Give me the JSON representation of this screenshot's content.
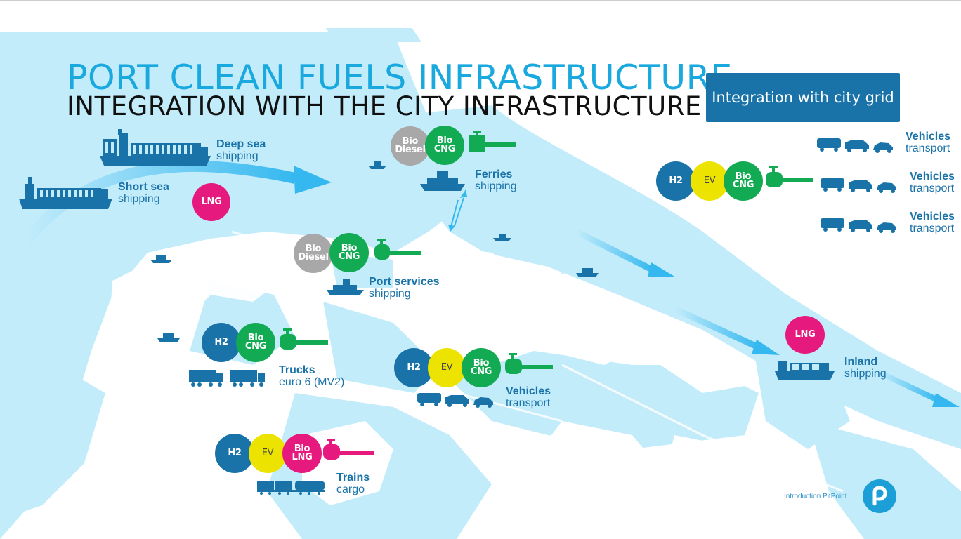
{
  "title": "PORT CLEAN FUELS INFRASTRUCTURE",
  "subtitle": "INTEGRATION WITH THE CITY INFRASTRUCTURE",
  "grid_button": "Integration with city grid",
  "footer": "Introduction PitPoint",
  "colors": {
    "water": "#c3ecfb",
    "accent": "#19a9de",
    "blue": "#1a73a8",
    "green": "#13aa54",
    "magenta": "#e5197e",
    "yellow": "#ede300",
    "grey": "#a8a8a8"
  },
  "nodes": {
    "deep_sea": {
      "line1": "Deep sea",
      "line2": "shipping"
    },
    "short_sea": {
      "line1": "Short sea",
      "line2": "shipping"
    },
    "ferries": {
      "line1": "Ferries",
      "line2": "shipping"
    },
    "port_services": {
      "line1": "Port services",
      "line2": "shipping"
    },
    "trucks": {
      "line1": "Trucks",
      "line2": "euro 6 (MV2)"
    },
    "vehicles_center": {
      "line1": "Vehicles",
      "line2": "transport"
    },
    "trains": {
      "line1": "Trains",
      "line2": "cargo"
    },
    "inland": {
      "line1": "Inland",
      "line2": "shipping"
    },
    "vehicles_r1": {
      "line1": "Vehicles",
      "line2": "transport"
    },
    "vehicles_r2": {
      "line1": "Vehicles",
      "line2": "transport"
    },
    "vehicles_r3": {
      "line1": "Vehicles",
      "line2": "transport"
    }
  },
  "fuels": {
    "lng": "LNG",
    "h2": "H2",
    "ev": "EV",
    "bio": "Bio",
    "cng": "CNG",
    "diesel": "Diesel"
  }
}
